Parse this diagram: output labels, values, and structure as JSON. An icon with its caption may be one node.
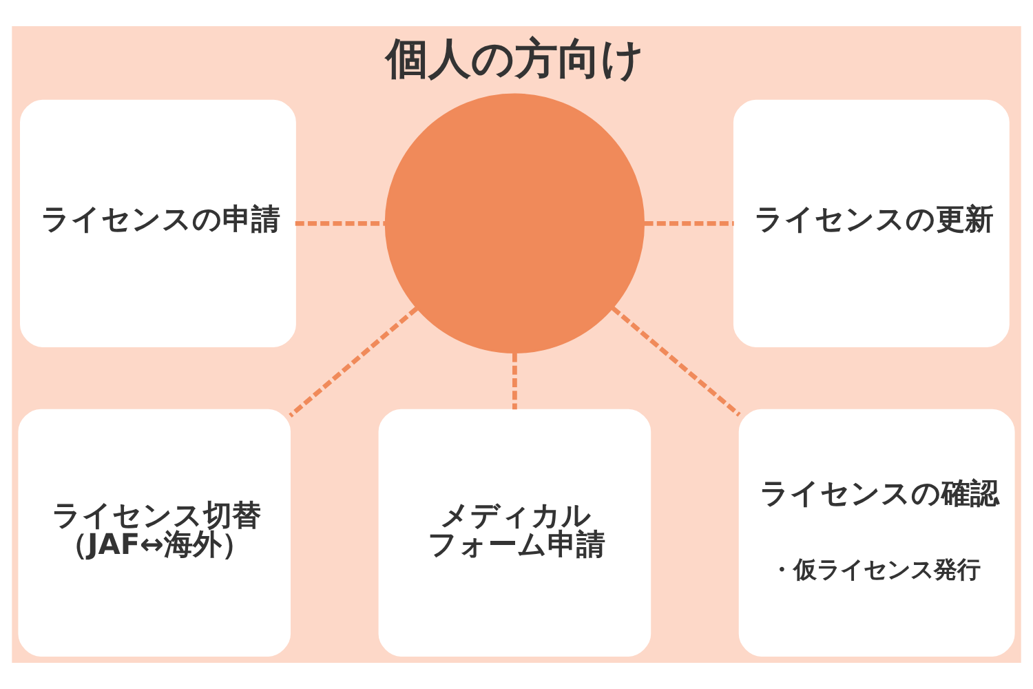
{
  "diagram": {
    "title": "個人の方向け",
    "nodes": [
      {
        "text": [
          "ライセンスの申請"
        ]
      },
      {
        "text": [],
        "shape": "circle"
      },
      {
        "text": [
          "ライセンスの更新"
        ]
      },
      {
        "text": [
          "ライセンス切替（JAF↔海外）"
        ]
      },
      {
        "text": [
          "メディカルフォーム申請"
        ]
      },
      {
        "text": [
          "ライセンスの確認",
          "・仮ライセンス発行"
        ]
      }
    ],
    "edges": [
      {
        "from": 0,
        "to": 1,
        "arrow": "none",
        "style": "dashed"
      },
      {
        "from": 1,
        "to": 2,
        "arrow": "none",
        "style": "dashed"
      },
      {
        "from": 1,
        "to": 3,
        "arrow": "none",
        "style": "dashed"
      },
      {
        "from": 1,
        "to": 4,
        "arrow": "none",
        "style": "dashed"
      },
      {
        "from": 1,
        "to": 5,
        "arrow": "none",
        "style": "dashed"
      }
    ]
  }
}
